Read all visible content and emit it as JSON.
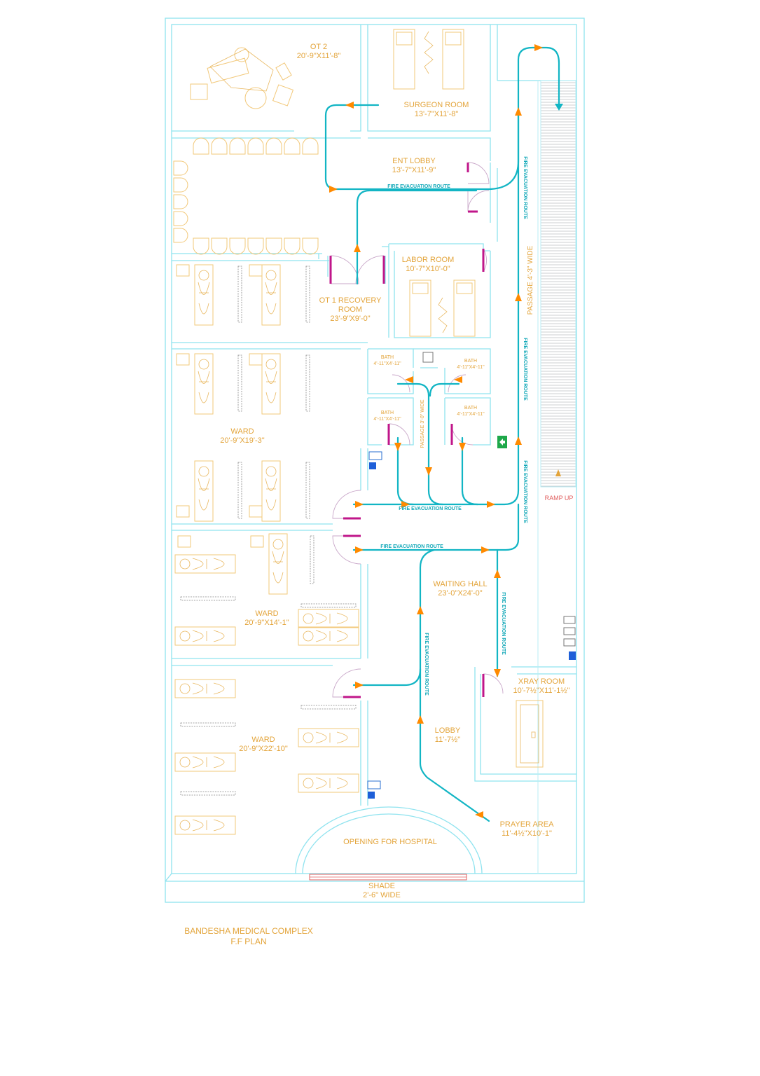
{
  "plan": {
    "title_line1": "BANDESHA MEDICAL COMPLEX",
    "title_line2": "F.F PLAN"
  },
  "rooms": {
    "ot2": {
      "name": "OT 2",
      "size": "20'-9\"X11'-8\""
    },
    "surgeon": {
      "name": "SURGEON ROOM",
      "size": "13'-7\"X11'-8\""
    },
    "ent_lobby": {
      "name": "ENT LOBBY",
      "size": "13'-7\"X11'-9\""
    },
    "labor": {
      "name": "LABOR ROOM",
      "size": "10'-7\"X10'-0\""
    },
    "ot1_recovery": {
      "name1": "OT 1 RECOVERY",
      "name2": "ROOM",
      "size": "23'-9\"X9'-0\""
    },
    "bath_tl": {
      "name": "BATH",
      "size": "4'-11\"X4'-11\""
    },
    "bath_tr": {
      "name": "BATH",
      "size": "4'-11\"X4'-11\""
    },
    "bath_bl": {
      "name": "BATH",
      "size": "4'-11\"X4'-11\""
    },
    "bath_br": {
      "name": "BATH",
      "size": "4'-11\"X4'-11\""
    },
    "ward1": {
      "name": "WARD",
      "size": "20'-9\"X19'-3\""
    },
    "ward2": {
      "name": "WARD",
      "size": "20'-9\"X14'-1\""
    },
    "ward3": {
      "name": "WARD",
      "size": "20'-9\"X22'-10\""
    },
    "waiting": {
      "name": "WAITING HALL",
      "size": "23'-0\"X24'-0\""
    },
    "xray": {
      "name": "XRAY ROOM",
      "size": "10'-7½\"X11'-1½\""
    },
    "lobby": {
      "name": "LOBBY",
      "size": "11'-7½\""
    },
    "prayer": {
      "name": "PRAYER AREA",
      "size": "11'-4½\"X10'-1\""
    },
    "opening": {
      "name": "OPENING FOR HOSPITAL"
    },
    "shade": {
      "name": "SHADE",
      "size": "2'-6\" WIDE"
    }
  },
  "labels": {
    "fire_route": "FIRE EVACUATION ROUTE",
    "passage_main": "PASSAGE 4'-3\" WIDE",
    "passage_small": "PASSAGE 3'-0\" WIDE",
    "ramp": "RAMP UP"
  },
  "colors": {
    "walls": "#8fe3ef",
    "furniture": "#f2c879",
    "evacuation_route": "#12b5c4",
    "arrows": "#ff8a00",
    "doors": "#c0168a",
    "text": "#e3a43a"
  }
}
